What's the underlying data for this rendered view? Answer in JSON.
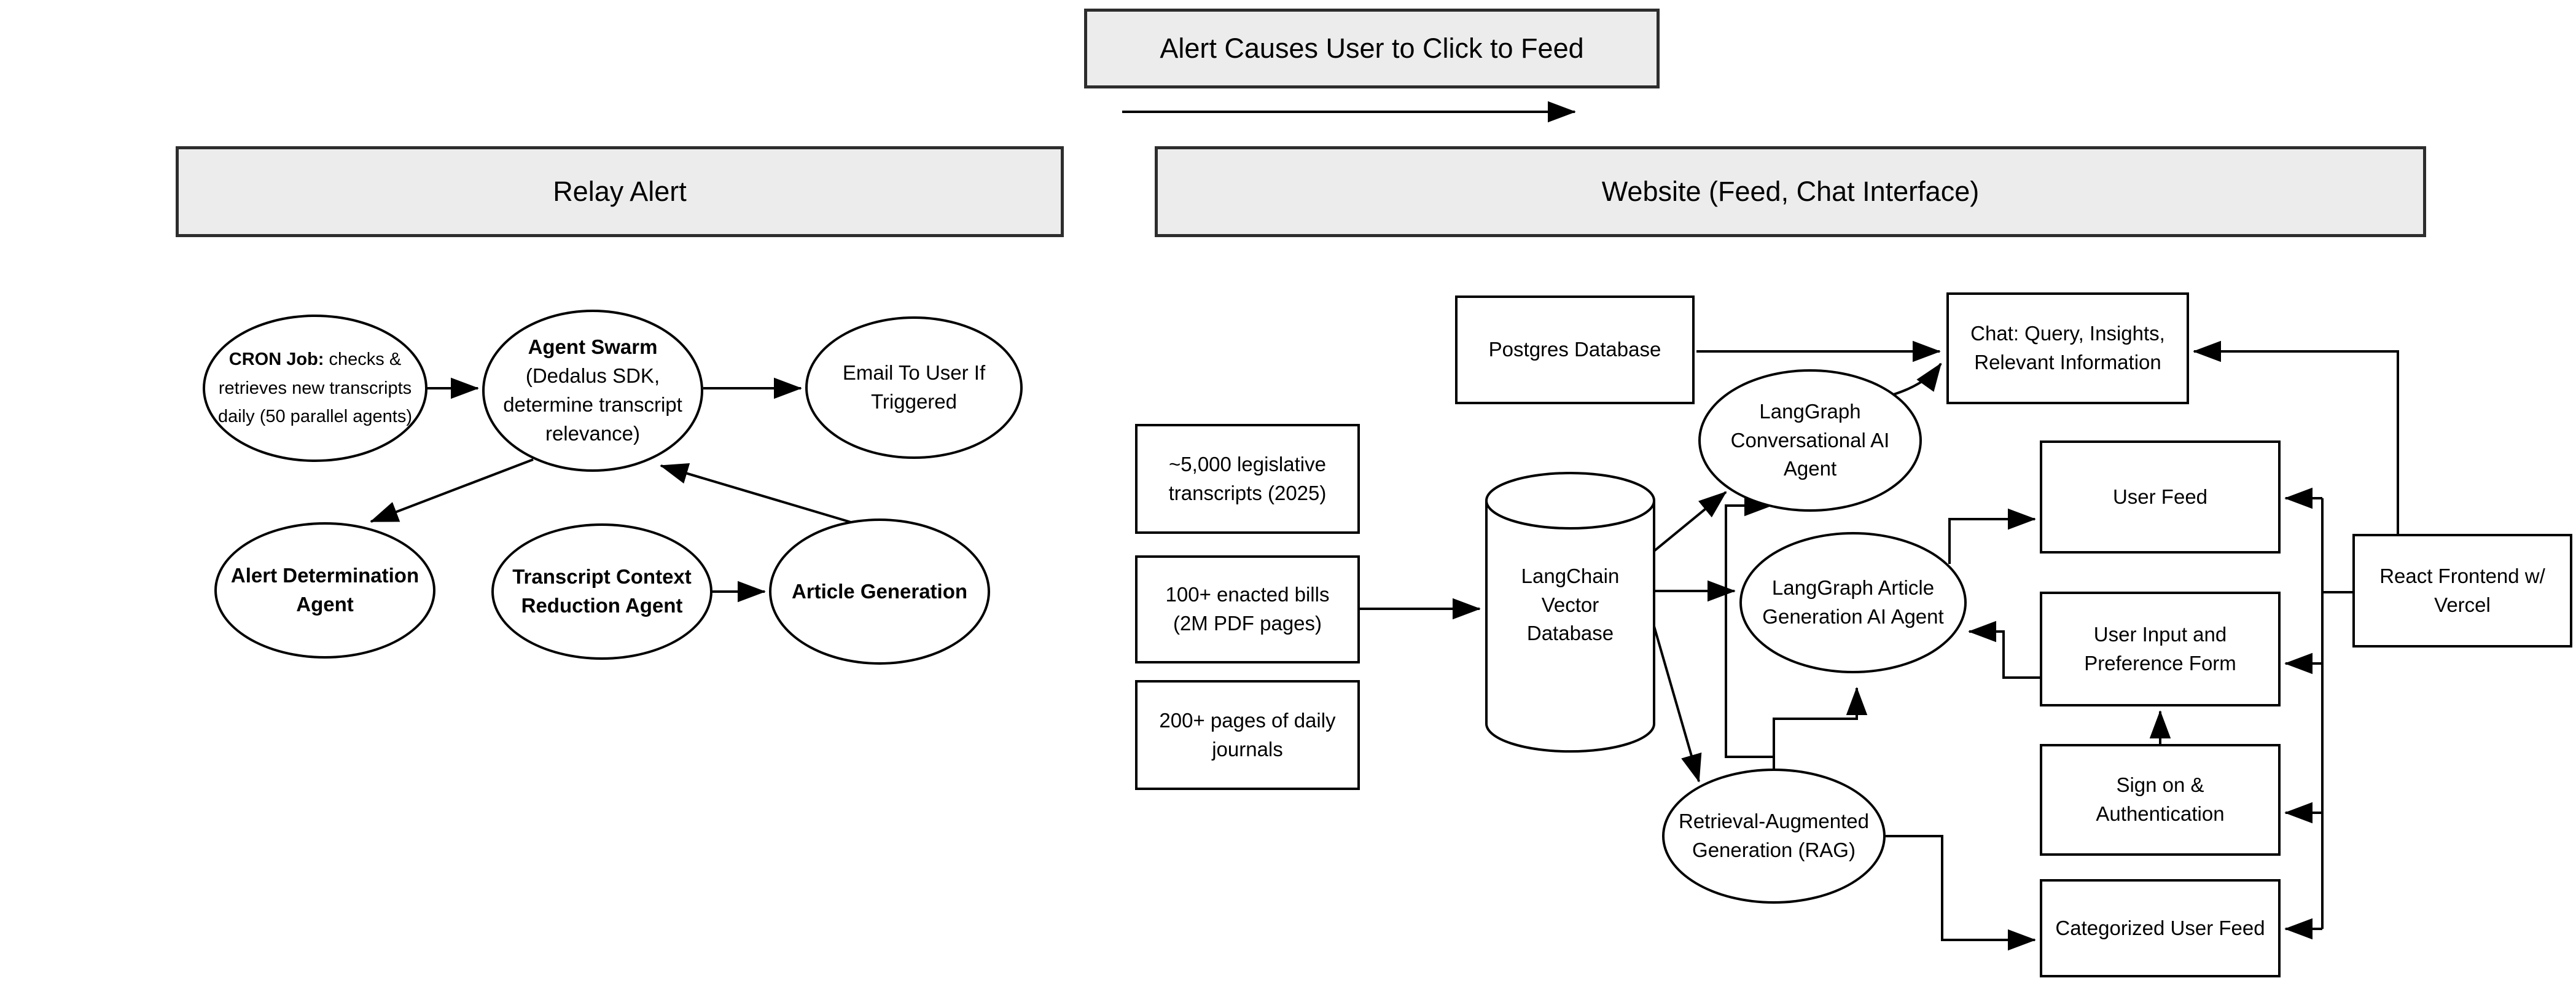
{
  "banner": {
    "title": "Alert Causes User to Click to Feed"
  },
  "headers": {
    "relay_alert": "Relay Alert",
    "website": "Website (Feed, Chat Interface)"
  },
  "relay": {
    "cron": {
      "lead": "CRON Job:",
      "rest": " checks & retrieves new transcripts daily (50 parallel agents)"
    },
    "swarm": {
      "lead": "Agent Swarm",
      "rest": "(Dedalus SDK, determine transcript relevance)"
    },
    "email": "Email To User If Triggered",
    "alert_determination": "Alert Determination Agent",
    "transcript_context": "Transcript Context Reduction Agent",
    "article_generation": "Article Generation"
  },
  "website": {
    "postgres": "Postgres Database",
    "chat": "Chat: Query, Insights, Relevant Information",
    "transcripts": "~5,000 legislative transcripts (2025)",
    "bills": "100+ enacted bills (2M PDF pages)",
    "journals": "200+ pages of daily journals",
    "vector_db": "LangChain Vector Database",
    "conversational_agent": "LangGraph Conversational AI Agent",
    "article_agent": "LangGraph Article Generation AI Agent",
    "rag": "Retrieval-Augmented Generation (RAG)",
    "user_feed": "User Feed",
    "user_input": "User Input and Preference Form",
    "sign_on": "Sign on & Authentication",
    "categorized_feed": "Categorized User Feed",
    "react": "React Frontend w/ Vercel"
  },
  "colors": {
    "banner_fill": "#ececec",
    "banner_border": "#2d2d2d",
    "node_stroke": "#000000",
    "node_fill": "#ffffff",
    "connector": "#000000"
  }
}
